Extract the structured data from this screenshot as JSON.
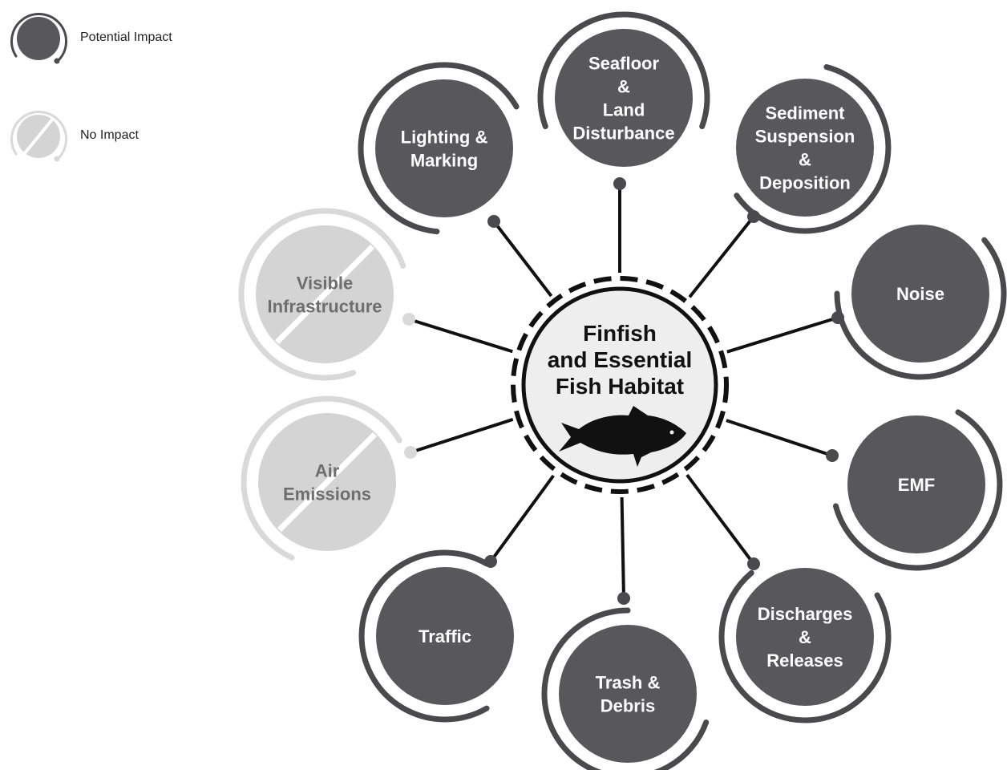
{
  "legend": {
    "potential_label": "Potential Impact",
    "none_label": "No Impact"
  },
  "center": {
    "lines": [
      "Finfish",
      "and Essential",
      "Fish Habitat"
    ],
    "icon": "fish-icon"
  },
  "nodes": [
    {
      "key": "seafloor",
      "lines": [
        "Seafloor",
        "&",
        "Land",
        "Disturbance"
      ],
      "impact": "potential"
    },
    {
      "key": "sediment",
      "lines": [
        "Sediment",
        "Suspension",
        "&",
        "Deposition"
      ],
      "impact": "potential"
    },
    {
      "key": "noise",
      "lines": [
        "Noise"
      ],
      "impact": "potential"
    },
    {
      "key": "emf",
      "lines": [
        "EMF"
      ],
      "impact": "potential"
    },
    {
      "key": "discharges",
      "lines": [
        "Discharges",
        "&",
        "Releases"
      ],
      "impact": "potential"
    },
    {
      "key": "trash",
      "lines": [
        "Trash &",
        "Debris"
      ],
      "impact": "potential"
    },
    {
      "key": "traffic",
      "lines": [
        "Traffic"
      ],
      "impact": "potential"
    },
    {
      "key": "air-emissions",
      "lines": [
        "Air",
        "Emissions"
      ],
      "impact": "none"
    },
    {
      "key": "visible-infrastructure",
      "lines": [
        "Visible",
        "Infrastructure"
      ],
      "impact": "none"
    },
    {
      "key": "lighting",
      "lines": [
        "Lighting &",
        "Marking"
      ],
      "impact": "potential"
    }
  ],
  "colors": {
    "potential_fill": "#58585a",
    "potential_ring": "#4a4a4c",
    "none_fill": "#d4d4d4",
    "none_ring": "#d9d9d9",
    "none_text": "#6e6e6e",
    "center_fill": "#eeeeee",
    "connector": "#111111"
  }
}
